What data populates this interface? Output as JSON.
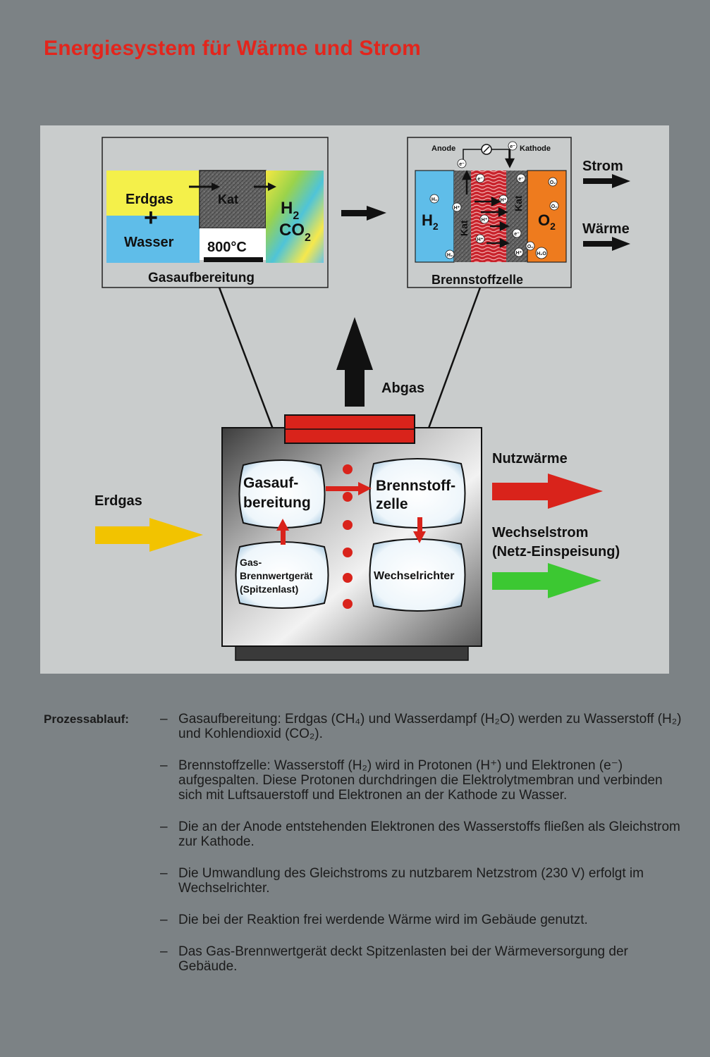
{
  "title": "Energiesystem für Wärme und Strom",
  "gas_box": {
    "erdgas": "Erdgas",
    "plus": "+",
    "wasser": "Wasser",
    "kat": "Kat",
    "h2": "H",
    "h2_sub": "2",
    "co2": "CO",
    "co2_sub": "2",
    "temp": "800°C",
    "caption": "Gasaufbereitung"
  },
  "cell_box": {
    "anode": "Anode",
    "kathode": "Kathode",
    "e_minus": "e⁻",
    "h2": "H",
    "h2_sub": "2",
    "o2": "O",
    "o2_sub": "2",
    "kat": "Kat",
    "h_plus": "H⁺",
    "h2o": "H₂O",
    "h2_small": "H₂",
    "o2_small": "O₂",
    "caption": "Brennstoffzelle"
  },
  "outputs_top": {
    "strom": "Strom",
    "waerme": "Wärme"
  },
  "abgas": "Abgas",
  "unit": {
    "gasauf_line1": "Gasauf-",
    "gasauf_line2": "bereitung",
    "brenn_line1": "Brennstoff-",
    "brenn_line2": "zelle",
    "gas_brenn_line1": "Gas-",
    "gas_brenn_line2": "Brennwertgerät",
    "gas_brenn_line3": "(Spitzenlast)",
    "wechselrichter": "Wechselrichter"
  },
  "inputs": {
    "erdgas": "Erdgas"
  },
  "outputs": {
    "nutzwaerme": "Nutzwärme",
    "wechselstrom_line1": "Wechselstrom",
    "wechselstrom_line2": "(Netz-Einspeisung)"
  },
  "colors": {
    "title_red": "#e3251c",
    "arrow_red": "#d9231b",
    "arrow_yellow": "#f2c300",
    "arrow_green": "#3cc832",
    "h2_blue": "#5fbde9",
    "o2_orange": "#ee7b1e",
    "erdgas_yellow": "#f4f04a"
  },
  "process": {
    "label": "Prozessablauf:",
    "items": [
      "Gasaufbereitung: Erdgas (CH₄) und Wasserdampf (H₂O) werden zu Wasserstoff (H₂) und Kohlendioxid (CO₂).",
      "Brennstoffzelle: Wasserstoff (H₂) wird in Protonen (H⁺) und Elektronen (e⁻) aufgespalten. Diese Protonen durchdringen die Elektrolytmembran und verbinden sich mit Luftsauerstoff und Elektronen an der Kathode zu Wasser.",
      "Die an der Anode entstehenden Elektronen des Wasserstoffs fließen als Gleichstrom zur Kathode.",
      "Die Umwandlung des Gleichstroms zu nutzbarem Netzstrom (230 V) erfolgt im Wechselrichter.",
      "Die bei der Reaktion frei werdende Wärme wird im Gebäude genutzt.",
      "Das Gas-Brennwertgerät deckt Spitzenlasten bei der Wärmeversorgung der Gebäude."
    ]
  }
}
